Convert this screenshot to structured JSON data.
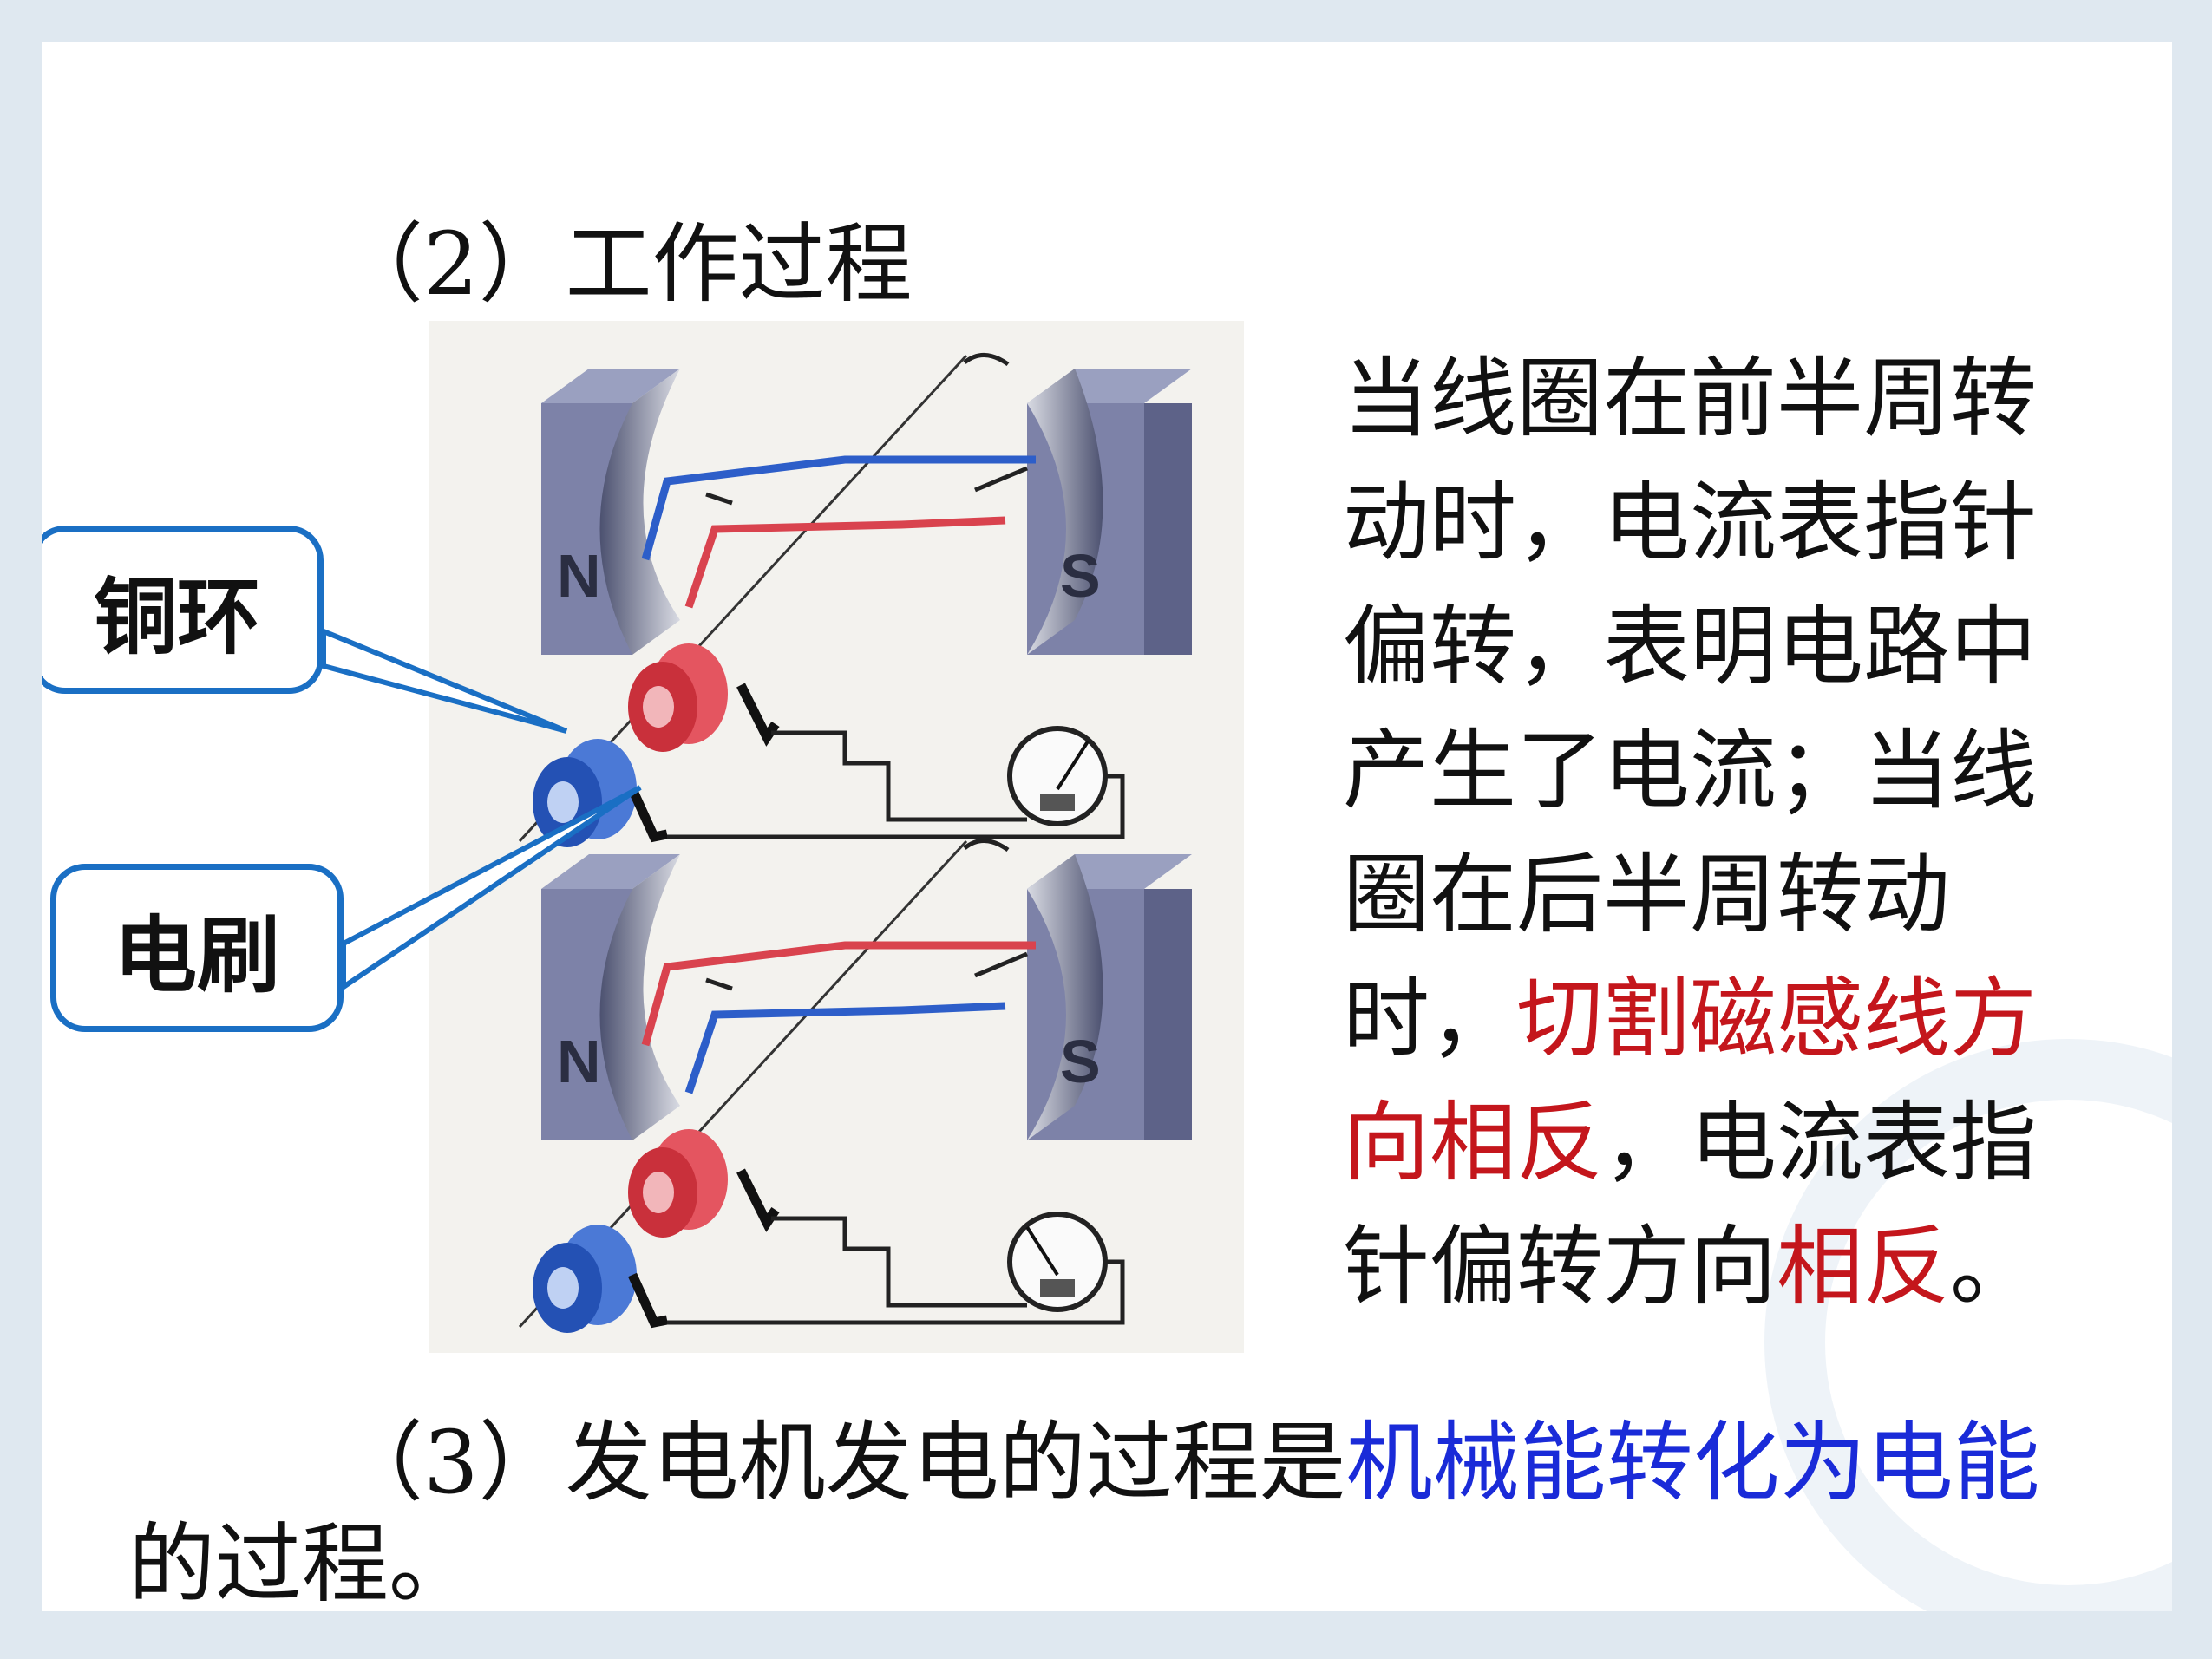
{
  "heading": "（2）工作过程",
  "callouts": {
    "ring": "铜环",
    "brush": "电刷"
  },
  "diagram": {
    "top_north_label": "N",
    "top_south_label": "S",
    "bottom_north_label": "N",
    "bottom_south_label": "S"
  },
  "paragraph": {
    "part1": "当线圈在前半周转动时，电流表指针偏转，表明电路中产生了电流；当线圈在后半周转动时，",
    "part2": "切割磁感线方向相反",
    "part3": "，电流表指针偏转方向",
    "part4": "相反",
    "part5": "。"
  },
  "conclusion": {
    "part1": "（3）发电机发电的过程是",
    "part2": "机械能转化为电能",
    "part3": "的过程。"
  },
  "colors": {
    "emphasis_red": "#c4161c",
    "emphasis_blue": "#1a2bd8",
    "callout_border": "#1a6fc4"
  }
}
